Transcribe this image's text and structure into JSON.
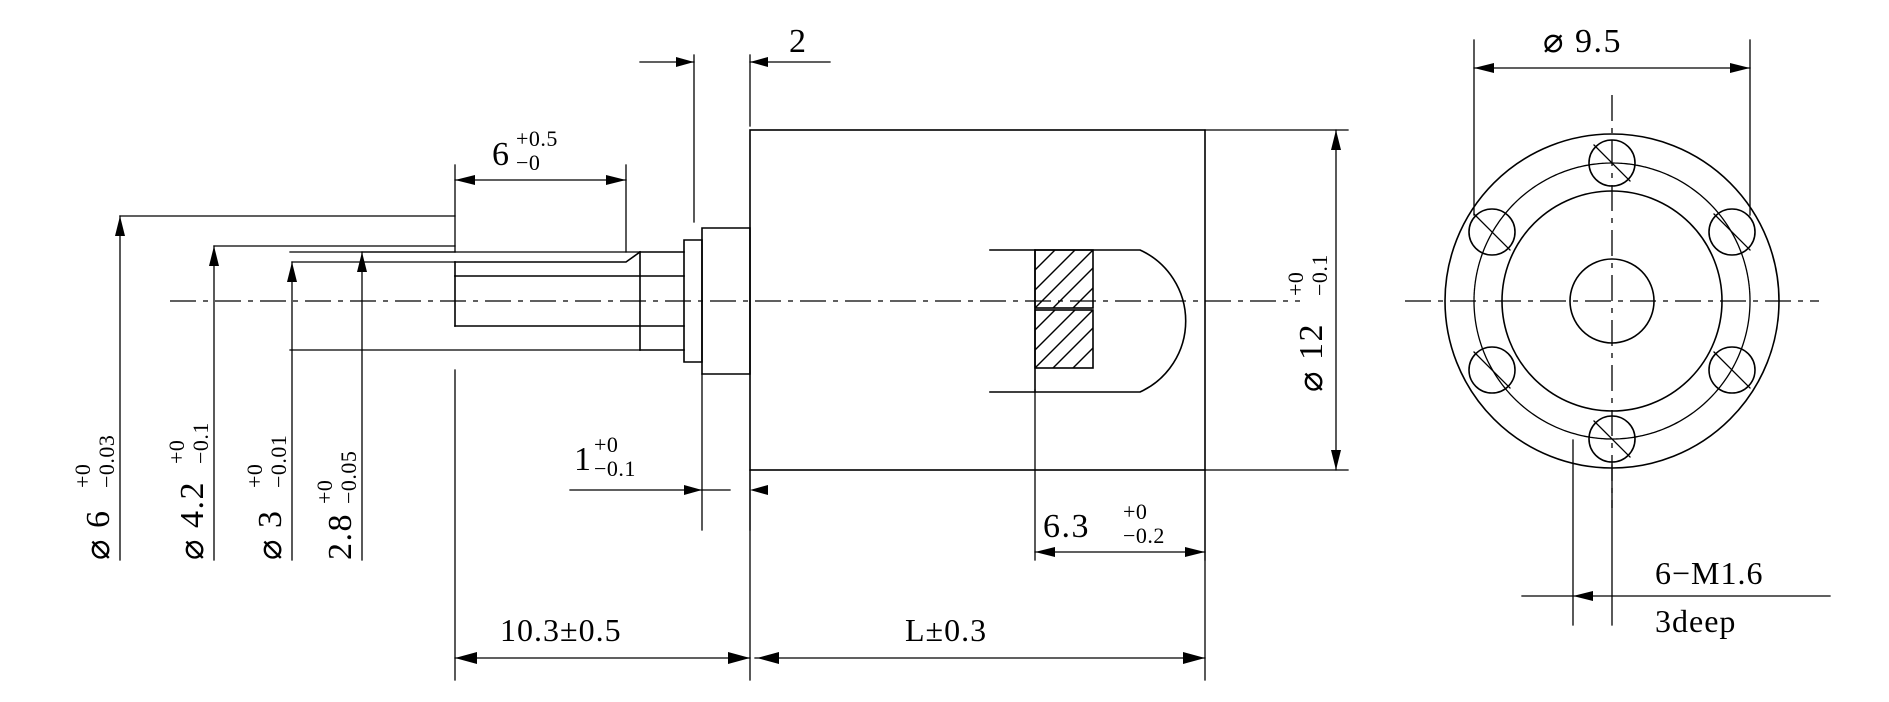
{
  "drawing": {
    "title": "Micro gear motor outline dimension drawing",
    "type": "mechanical-engineering-drawing",
    "line_color": "#000000",
    "background_color": "#ffffff",
    "views": {
      "side": "side-section-view",
      "front": "front-end-view"
    }
  },
  "dimensions": {
    "top_width_2": {
      "value": "2",
      "label": "2"
    },
    "shaft_step_6": {
      "base": "6",
      "upper": "+0.5",
      "lower": "−0",
      "label": "6"
    },
    "dia_6": {
      "prefix": "⌀",
      "base": "6",
      "upper": "+0",
      "lower": "−0.03",
      "label": "⌀ 6"
    },
    "dia_4_2": {
      "prefix": "⌀",
      "base": "4.2",
      "upper": "+0",
      "lower": "−0.1",
      "label": "⌀ 4.2"
    },
    "dia_3": {
      "prefix": "⌀",
      "base": "3",
      "upper": "+0",
      "lower": "−0.01",
      "label": "⌀ 3"
    },
    "width_2_8": {
      "base": "2.8",
      "upper": "+0",
      "lower": "−0.05",
      "label": "2.8"
    },
    "step_1": {
      "base": "1",
      "upper": "+0",
      "lower": "−0.1",
      "label": "1"
    },
    "dia_12": {
      "prefix": "⌀",
      "base": "12",
      "upper": "+0",
      "lower": "−0.1",
      "label": "⌀ 12"
    },
    "flat_6_3": {
      "base": "6.3",
      "upper": "+0",
      "lower": "−0.2",
      "label": "6.3"
    },
    "length_10_3": {
      "value": "10.3±0.5",
      "label": "10.3±0.5"
    },
    "length_L": {
      "value": "L±0.3",
      "label": "L±0.3"
    },
    "bolt_circle": {
      "prefix": "⌀",
      "base": "9.5",
      "label": "⌀ 9.5"
    }
  },
  "notes": {
    "thread_callout_line1": "6−M1.6",
    "thread_callout_line2": "3deep"
  }
}
